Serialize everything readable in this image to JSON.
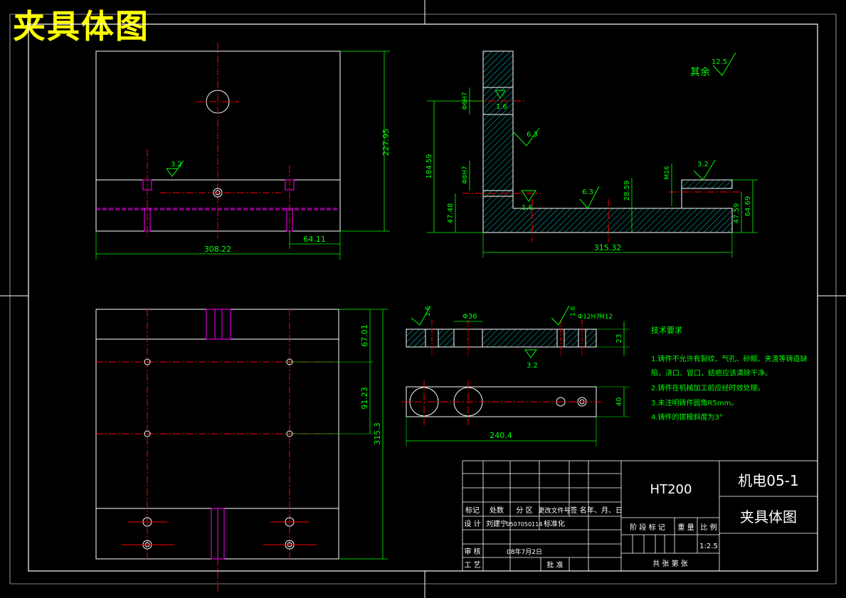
{
  "title": "夹具体图",
  "dims": {
    "top_height": "227.95",
    "top_width": "308.22",
    "top_offset": "64.11",
    "rough_a": "3.2",
    "side_width": "315.32",
    "side_h1": "184.59",
    "side_h2": "47.48",
    "side_h3": "28.59",
    "side_h4": "47.59",
    "side_h5": "64.69",
    "side_hole1": "Φ6H7",
    "side_hole2": "Φ8H7",
    "side_m16": "M16",
    "rough_16a": "1.6",
    "rough_16b": "1.6",
    "rough_63a": "6.3",
    "rough_63b": "6.3",
    "rough_32b": "3.2",
    "other_label": "其余",
    "other_val": "12.5",
    "plan_h1": "67.01",
    "plan_h2": "91.23",
    "plan_h3": "315.3",
    "small_phi": "Φ36",
    "small_phi2": "Φ12H7",
    "small_m12": "M12",
    "small_r1": "1.6",
    "small_r2": "1.6",
    "small_r3": "3.2",
    "small_t": "23",
    "small_w": "240.4",
    "small_h": "40"
  },
  "notes": {
    "heading": "技术要求",
    "items": [
      "1.铸件不允许有裂纹、气孔、砂眼、夹渣等铸造缺",
      "陷，浇口、冒口，结疤应该清除干净。",
      "2.铸件在机械加工前应经时效处理。",
      "3.未注明铸件圆角R5mm。",
      "4.铸件的拔模斜度为3°"
    ]
  },
  "title_block": {
    "material": "HT200",
    "company": "机电05-1",
    "drawing_name": "夹具体图",
    "h_biaoji": "标记",
    "h_chushu": "处数",
    "h_fenqu": "分 区",
    "h_gengai": "更改文件号",
    "h_qianming": "签 名",
    "h_date": "年、月、日",
    "r_sheji": "设 计",
    "r_name": "刘建宁",
    "r_num": "0507050114",
    "r_biaozhun": "标准化",
    "r_shenhe": "审 核",
    "r_date": "08年7月2日",
    "r_gongyi": "工 艺",
    "r_pizhun": "批 准",
    "stage": "阶 段 标 记",
    "weight": "重 量",
    "ratio": "比 例",
    "scale": "1:2.5",
    "sheets": "共   张   第   张"
  },
  "colors": {
    "outline": "#ffffff",
    "dim": "#00ff00",
    "center": "#ff0000",
    "hidden": "#ff00ff",
    "hatch": "#00ffff",
    "title": "#ffff00"
  }
}
